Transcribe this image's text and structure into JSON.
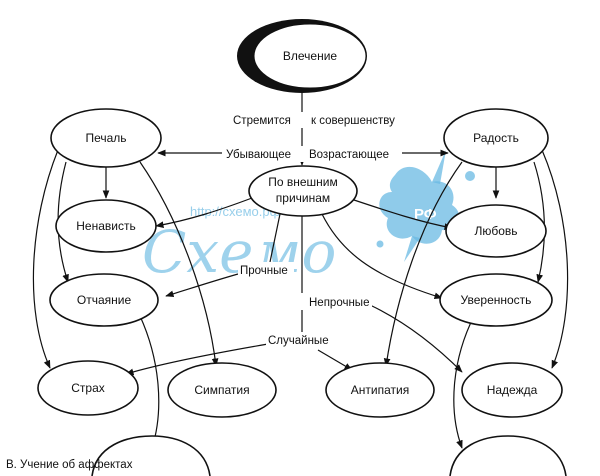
{
  "nodes": {
    "vlechenie": "Влечение",
    "pechal": "Печаль",
    "radost": "Радость",
    "vneshnim": [
      "По внешним",
      "причинам"
    ],
    "nenavist": "Ненависть",
    "lyubov": "Любовь",
    "otchayanie": "Отчаяние",
    "uverennost": "Уверенность",
    "strakh": "Страх",
    "simpatiya": "Симпатия",
    "antipatiya": "Антипатия",
    "nadezhda": "Надежда"
  },
  "labels": {
    "stremitsya": "Стремится",
    "k_sovershenstvu": "к совершенству",
    "ubyvayushchee": "Убывающее",
    "vozrastayushchee": "Возрастающее",
    "prochnye": "Прочные",
    "neprochnye": "Непрочные",
    "sluchaynye": "Случайные"
  },
  "watermark": {
    "brand": "Схемо",
    "url": "http://схемо.рф",
    "rf": "РФ"
  },
  "caption": "В.   Учение об аффектах"
}
